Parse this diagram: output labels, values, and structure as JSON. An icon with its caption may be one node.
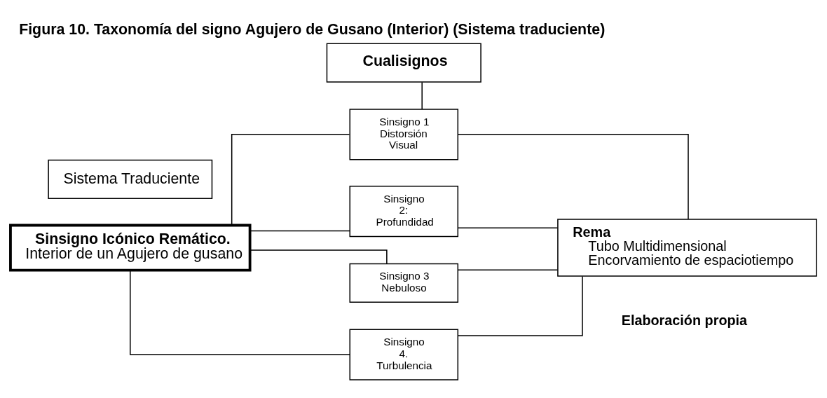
{
  "diagram": {
    "title": "Figura 10. Taxonomía del signo Agujero de Gusano (Interior) (Sistema traduciente)",
    "nodes": [
      {
        "text": [
          "Cualisignos"
        ]
      },
      {
        "text": [
          "Sinsigno 1 Distorsión Visual"
        ]
      },
      {
        "text": [
          "Sistema Traduciente"
        ]
      },
      {
        "text": [
          "Sinsigno 2: Profundidad"
        ]
      },
      {
        "text": [
          "Sinsigno Icónico Remático.",
          "Interior de un Agujero de gusano"
        ]
      },
      {
        "text": [
          "Rema",
          "Tubo Multidimensional",
          "Encorvamiento de espaciotiempo"
        ]
      },
      {
        "text": [
          "Sinsigno 3 Nebuloso"
        ]
      },
      {
        "text": [
          "Sinsigno 4. Turbulencia"
        ]
      }
    ],
    "edges": [
      {
        "from": 0,
        "to": 1,
        "arrow": "none"
      },
      {
        "from": 4,
        "to": 1,
        "arrow": "none"
      },
      {
        "from": 4,
        "to": 3,
        "arrow": "none"
      },
      {
        "from": 4,
        "to": 6,
        "arrow": "none"
      },
      {
        "from": 4,
        "to": 7,
        "arrow": "none"
      },
      {
        "from": 1,
        "to": 5,
        "arrow": "none"
      },
      {
        "from": 3,
        "to": 5,
        "arrow": "none"
      },
      {
        "from": 6,
        "to": 5,
        "arrow": "none"
      },
      {
        "from": 7,
        "to": 5,
        "arrow": "none"
      }
    ],
    "labels": [
      "Elaboración propia"
    ]
  }
}
